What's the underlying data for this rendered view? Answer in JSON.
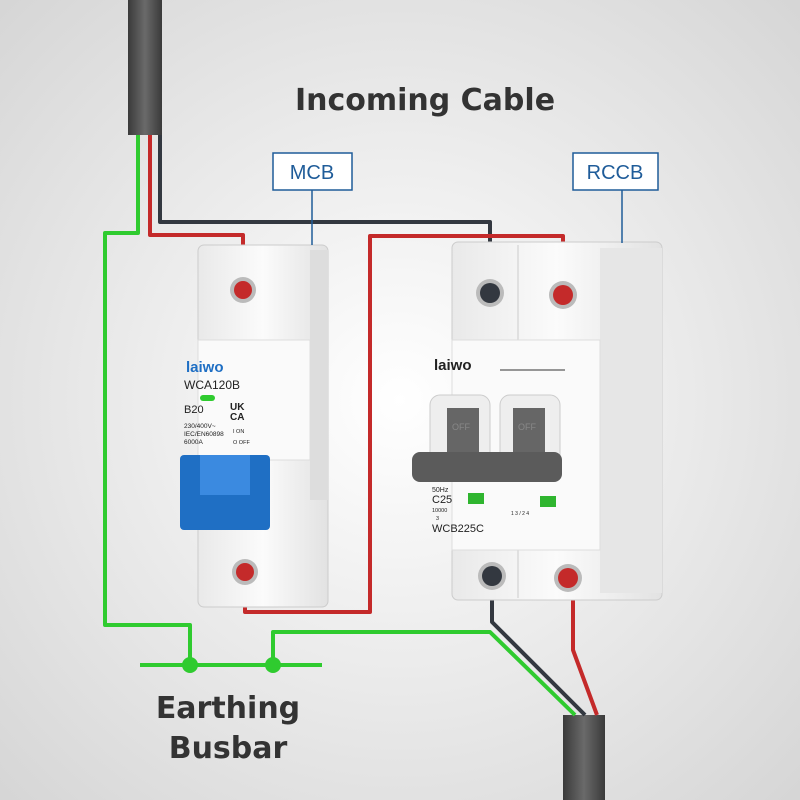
{
  "title": "Incoming Cable",
  "labels": {
    "mcb": "MCB",
    "rccb": "RCCB"
  },
  "busbar": {
    "line1": "Earthing",
    "line2": "Busbar"
  },
  "mcb_device": {
    "brand": "laiwo",
    "model": "WCA120B",
    "rating": "B20",
    "cert1": "UK",
    "cert2": "CA",
    "spec1": "230/400V~",
    "spec2": "IEC/EN60898",
    "spec3": "6000A",
    "on": "I ON",
    "off": "O OFF"
  },
  "rccb_device": {
    "brand": "laiwo",
    "freq": "50Hz",
    "rating": "C25",
    "breaking": "10000",
    "class": "3",
    "model": "WCB225C",
    "handle_text": "OFF",
    "terminals": "1 3 / 2 4"
  },
  "colors": {
    "earth": "#2fcb2f",
    "live": "#c42a2a",
    "neutral": "#333840",
    "label": "#1f5c99",
    "mcb_handle": "#1f6fc4"
  }
}
